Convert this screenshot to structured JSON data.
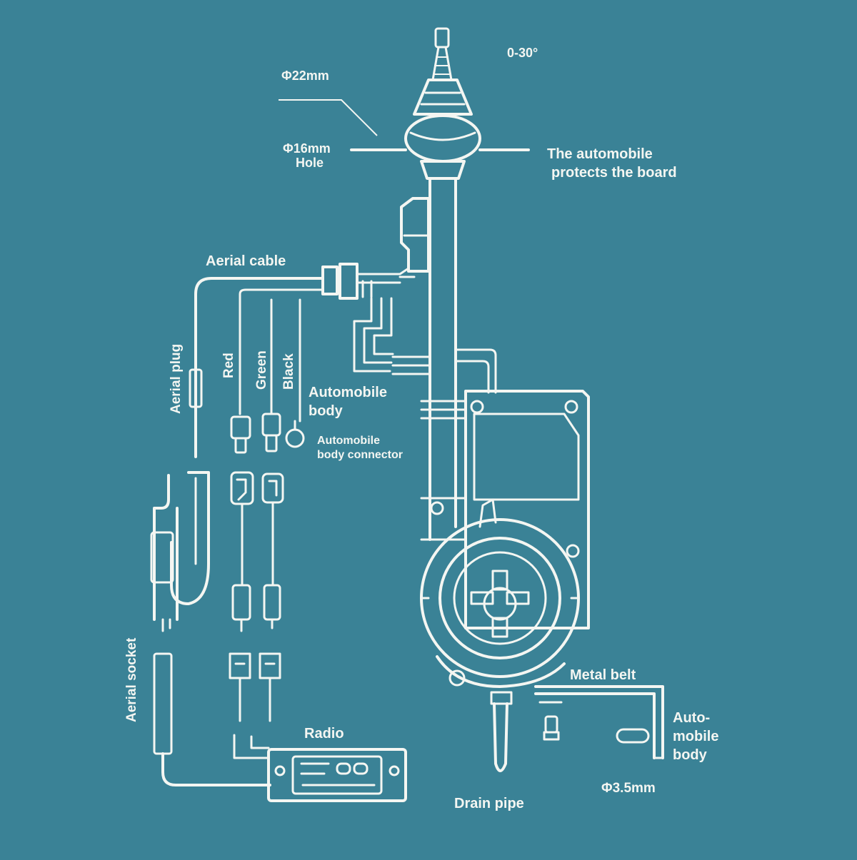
{
  "colors": {
    "background": "#3a8296",
    "line": "#f4f6f2"
  },
  "labels": {
    "diameter_22": "Φ22mm",
    "diameter_16": "Φ16mm",
    "hole": "Hole",
    "angle": "0-30°",
    "protects_line1": "The automobile",
    "protects_line2": "protects the board",
    "aerial_cable": "Aerial cable",
    "aerial_plug": "Aerial plug",
    "wire_red": "Red",
    "wire_green": "Green",
    "wire_black": "Black",
    "automobile_body_line1": "Automobile",
    "automobile_body_line2": "body",
    "body_connector_line1": "Automobile",
    "body_connector_line2": "body connector",
    "aerial_socket": "Aerial socket",
    "radio": "Radio",
    "metal_belt": "Metal belt",
    "auto_body_line1": "Auto-",
    "auto_body_line2": "mobile",
    "auto_body_line3": "body",
    "diameter_35": "Φ3.5mm",
    "drain_pipe": "Drain pipe"
  }
}
